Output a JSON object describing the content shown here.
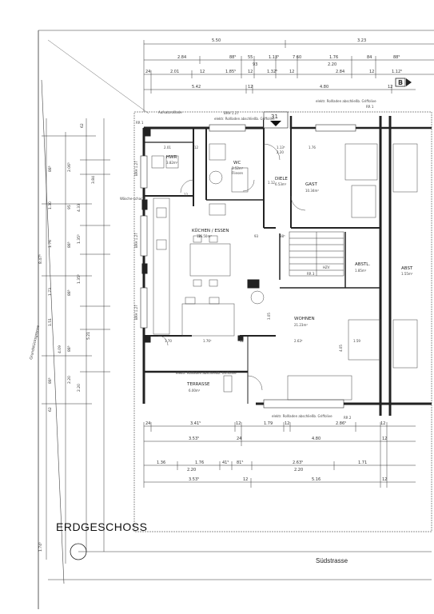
{
  "plan_title": "ERDGESCHOSS",
  "street_name": "Südstrasse",
  "boundary_label": "Grundstücksgrenze",
  "entrance_number": "31",
  "section_marker": "B",
  "rooms": {
    "hwr": {
      "name": "HWR",
      "area": "3.82m²"
    },
    "wc": {
      "name": "WC",
      "area": "3.52m²",
      "extra": "Fliesen"
    },
    "diele": {
      "name": "DIELE",
      "area": "6.53m²"
    },
    "gast": {
      "name": "GAST",
      "area": "10.34m²"
    },
    "kuechen": {
      "name": "KÜCHEN / ESSEN",
      "area": "16.50m²"
    },
    "abstl": {
      "name": "ABSTL.",
      "area": "1.85m²"
    },
    "abstl2": {
      "name": "ABST",
      "area": "1.55m²"
    },
    "wohnen": {
      "name": "WOHNEN",
      "area": "21.23m²"
    },
    "terrasse": {
      "name": "TERRASSE",
      "area": "6.00m²"
    }
  },
  "notes": {
    "aussen_top": "elektr. Rollladen abschließb. Griffolive",
    "rr_left": "RR 1",
    "rr_top_right": "RR 1",
    "brh_top": "BRH 1.27",
    "aufsatz": "Aufsatzrolllade",
    "rollladen_wc": "elektr. Rollladen abschließb. Griffolive",
    "waesche": "Wäsche-schacht",
    "hzv": "HZV",
    "rollladen_terr": "elektr. Rollladen abschließb. Griffolive",
    "rollladen_bottom": "elektr. Rollladen abschließb. Griffolive",
    "rr_bottom": "RR 2",
    "rr_stair": "RR 3",
    "brh_left1": "BRH 1.27",
    "brh_left2": "BRH 1.27",
    "brh_left3": "BRH 1.27"
  },
  "dims_top": {
    "row1": [
      "5.50",
      "3.23"
    ],
    "row2": [
      "2.84",
      "88⁵",
      "55",
      "1.13⁵",
      "7 60",
      "1.76",
      "84",
      "88⁵"
    ],
    "row2b": [
      "93",
      "2.20"
    ],
    "row3": [
      "24",
      "2.01",
      "12",
      "1.85⁵",
      "12",
      "1.32⁵",
      "12",
      "2.84",
      "12",
      "1.12⁵"
    ],
    "row4": [
      "5.42",
      "12",
      "4.80",
      "12"
    ]
  },
  "dims_bottom": {
    "row1": [
      "24",
      "3.41⁵",
      "12",
      "1.79",
      "12",
      "2.86⁵",
      "12"
    ],
    "row2": [
      "3.53⁵",
      "24",
      "4.80",
      "12"
    ],
    "row3": [
      "1.36",
      "1.76",
      "41⁵",
      "81⁵",
      "2.63⁵",
      "1.71"
    ],
    "row3b": [
      "2.20",
      "2.20"
    ],
    "row4": [
      "3.53⁵",
      "12",
      "5.16",
      "12"
    ]
  },
  "dims_left": {
    "outer": [
      "8.47⁵",
      "3.84",
      "5.21",
      "4.09",
      "1.74⁵"
    ],
    "inner": [
      "62",
      "2.06⁵",
      "88⁵",
      "1.30",
      "95",
      "1.76",
      "88⁵",
      "1.73",
      "88⁵",
      "1.51",
      "88⁵",
      "2.20",
      "88⁵",
      "62"
    ],
    "inner2": [
      "4.33",
      "1.35⁵",
      "1.35⁵",
      "2.20"
    ]
  },
  "dims_inside": [
    "2.01",
    "12",
    "1.13⁵",
    "1.76",
    "1.12",
    "2.20",
    "1.70",
    "1.76⁵",
    "12",
    "2.63⁵",
    "1.59",
    "3.05",
    "4.05",
    "88⁵",
    "93",
    "12",
    "12"
  ]
}
